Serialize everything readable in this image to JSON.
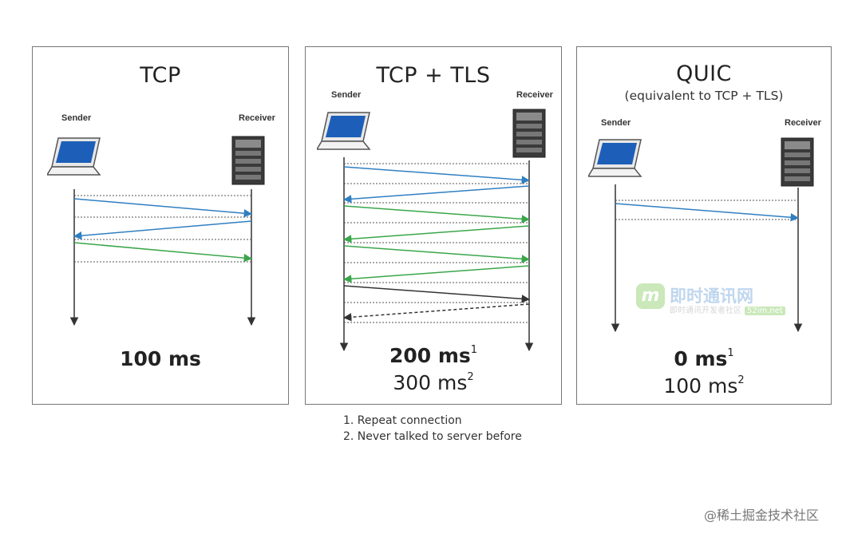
{
  "panels": {
    "tcp": {
      "title": "TCP",
      "sender": "Sender",
      "receiver": "Receiver",
      "time": "100 ms"
    },
    "tls": {
      "title": "TCP + TLS",
      "sender": "Sender",
      "receiver": "Receiver",
      "time_primary": "200 ms",
      "time_primary_note": "1",
      "time_secondary": "300 ms",
      "time_secondary_note": "2"
    },
    "quic": {
      "title": "QUIC",
      "subtitle": "(equivalent to TCP + TLS)",
      "sender": "Sender",
      "receiver": "Receiver",
      "time_primary": "0 ms",
      "time_primary_note": "1",
      "time_secondary": "100 ms",
      "time_secondary_note": "2"
    }
  },
  "footnotes": [
    "1. Repeat connection",
    "2. Never talked to server before"
  ],
  "watermark": {
    "logo": "m",
    "name": "即时通讯网",
    "sub": "即时通讯开发者社区",
    "sub_badge": "52im.net"
  },
  "credit": "@稀土掘金技术社区",
  "colors": {
    "blue_arrow": "#2f7fc1",
    "green_arrow": "#3aa64a",
    "black_arrow": "#333333",
    "laptop_screen": "#1d5fb8",
    "watermark_logo": "#6bbf3a"
  }
}
